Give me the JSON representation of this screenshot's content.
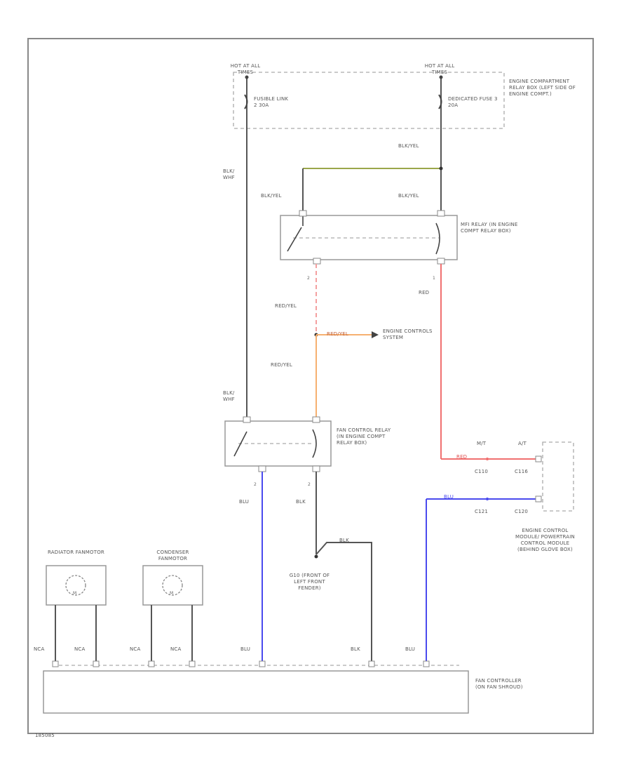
{
  "power": {
    "left_source": "HOT AT ALL TIMES",
    "right_source": "HOT AT ALL TIMES",
    "fusible_link": "FUSIBLE LINK 2 30A",
    "dedicated_fuse": "DEDICATED FUSE 3 20A",
    "relay_box_note": "ENGINE COMPARTMENT RELAY BOX (LEFT SIDE OF ENGINE COMPT.)"
  },
  "wires": {
    "blk_whf_top": "BLK/ WHF",
    "blk_whf_bottom": "BLK/ WHF",
    "blk_yel_top": "BLK/YEL",
    "blk_yel_left": "BLK/YEL",
    "blk_yel_right": "BLK/YEL",
    "red_yel_upper": "RED/YEL",
    "red_yel_branch": "RED/YEL",
    "red_yel_lower": "RED/YEL",
    "red": "RED",
    "red_ecm": "RED",
    "blu_ecm": "BLU",
    "blu_relay": "BLU",
    "blk_relay": "BLK",
    "blk_ground": "BLK",
    "blk_controller": "BLK",
    "blu_controller_left": "BLU",
    "blu_controller_right": "BLU",
    "nca_1": "NCA",
    "nca_2": "NCA",
    "nca_3": "NCA",
    "nca_4": "NCA"
  },
  "components": {
    "mfi_relay": "MFI RELAY (IN ENGINE COMPT RELAY BOX)",
    "engine_controls": "ENGINE CONTROLS SYSTEM",
    "fan_relay": "FAN CONTROL RELAY (IN ENGINE COMPT RELAY BOX)",
    "ecm": "ENGINE CONTROL MODULE/ POWERTRAIN CONTROL MODULE (BEHIND GLOVE BOX)",
    "radiator_fan": "RADIATOR FANMOTOR",
    "condenser_fan": "CONDENSER FANMOTOR",
    "ground": "G10 (FRONT OF LEFT FRONT FENDER)",
    "fan_controller": "FAN CONTROLLER (ON FAN SHROUD)"
  },
  "ecm_pins": {
    "mt": "M/T",
    "at": "A/T",
    "c110": "C110",
    "c116": "C116",
    "c121": "C121",
    "c120": "C120"
  },
  "pin_numbers": {
    "mfi_2": "2",
    "mfi_1": "1",
    "fan_2a": "2",
    "fan_2b": "2",
    "motor_m": "M",
    "motor_m2": "M"
  },
  "footer": {
    "code": "185085"
  },
  "colors": {
    "wire_black": "#444444",
    "wire_green": "#9aa64a",
    "wire_red": "#f07070",
    "wire_pink_dash": "#f4a0a0",
    "wire_orange": "#f6b070",
    "wire_blue": "#4a4aee",
    "box": "#999999"
  }
}
